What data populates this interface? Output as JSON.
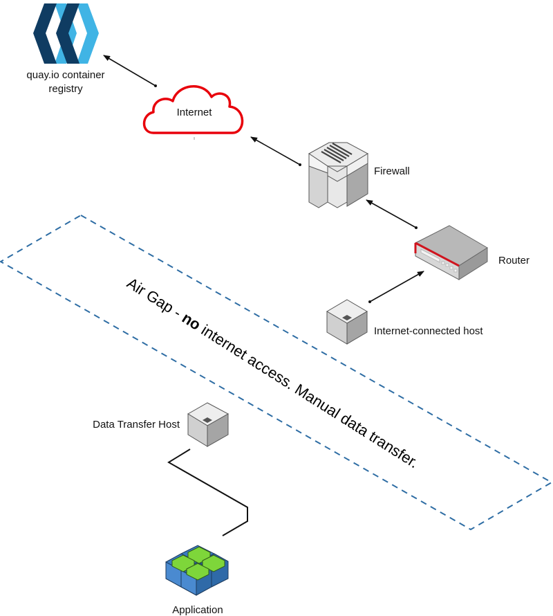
{
  "diagram": {
    "title": "Air-gapped container registry network",
    "colors": {
      "air_gap_border": "#2e6da4",
      "cloud_stroke": "#e8000b",
      "quay_dark": "#0f3c62",
      "quay_light": "#40b4e5",
      "router_accent": "#d0141e",
      "app_box": "#3a7cc2",
      "app_top": "#7ed63a"
    },
    "nodes": {
      "quay": {
        "label_line1": "quay.io container",
        "label_line2": "registry",
        "icon": "quay-logo-icon"
      },
      "internet": {
        "label": "Internet",
        "icon": "cloud-icon"
      },
      "firewall": {
        "label": "Firewall",
        "icon": "firewall-icon"
      },
      "router": {
        "label": "Router",
        "icon": "router-icon"
      },
      "internet_host": {
        "label": "Internet-connected host",
        "icon": "server-cube-icon"
      },
      "data_transfer_host": {
        "label": "Data Transfer Host",
        "icon": "server-cube-icon"
      },
      "application": {
        "label": "Application",
        "icon": "application-blocks-icon"
      }
    },
    "air_gap": {
      "text_prefix": "Air Gap - ",
      "text_bold": "no",
      "text_suffix": " internet access. Manual data transfer."
    },
    "edges": [
      {
        "from": "internet",
        "to": "quay",
        "style": "arrow"
      },
      {
        "from": "firewall",
        "to": "internet",
        "style": "arrow"
      },
      {
        "from": "router",
        "to": "firewall",
        "style": "arrow"
      },
      {
        "from": "internet_host",
        "to": "router",
        "style": "arrow"
      },
      {
        "from": "data_transfer_host",
        "to": "application",
        "style": "line"
      }
    ]
  }
}
